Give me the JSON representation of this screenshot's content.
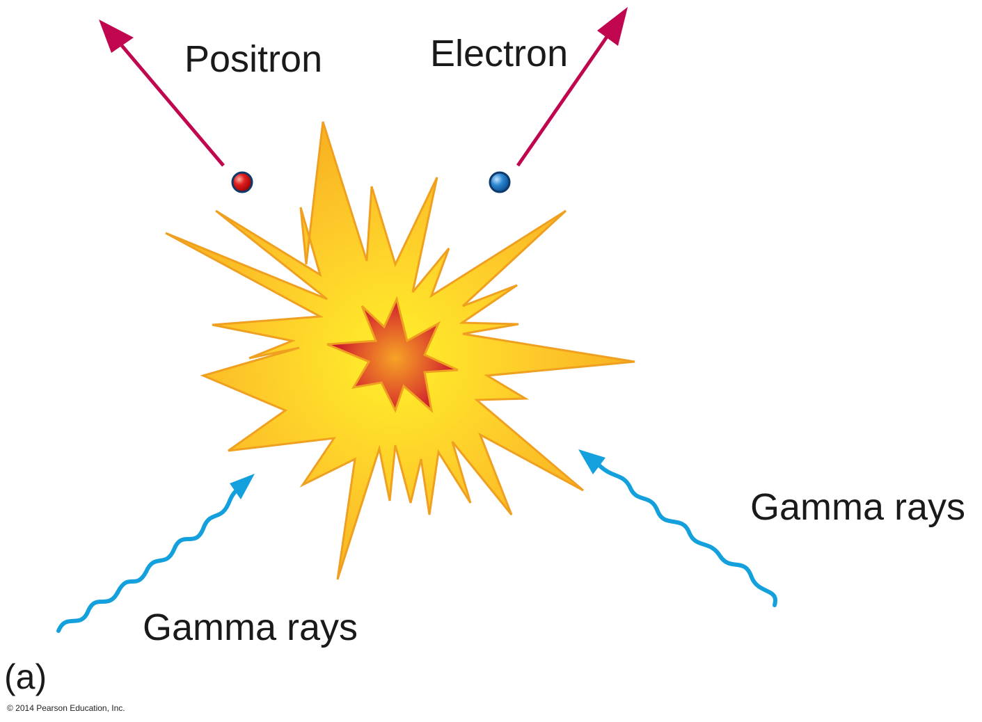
{
  "labels": {
    "positron": "Positron",
    "electron": "Electron",
    "gamma_left": "Gamma rays",
    "gamma_right": "Gamma rays",
    "panel": "(a)",
    "copyright": "© 2014 Pearson Education, Inc."
  },
  "colors": {
    "arrow": "#c0064f",
    "gamma": "#14a0dc",
    "burst_fill": "#fdc82a",
    "burst_stroke": "#f0a020",
    "core": "#d01e2c",
    "positron": "#d71920",
    "electron": "#1c6fb8"
  }
}
